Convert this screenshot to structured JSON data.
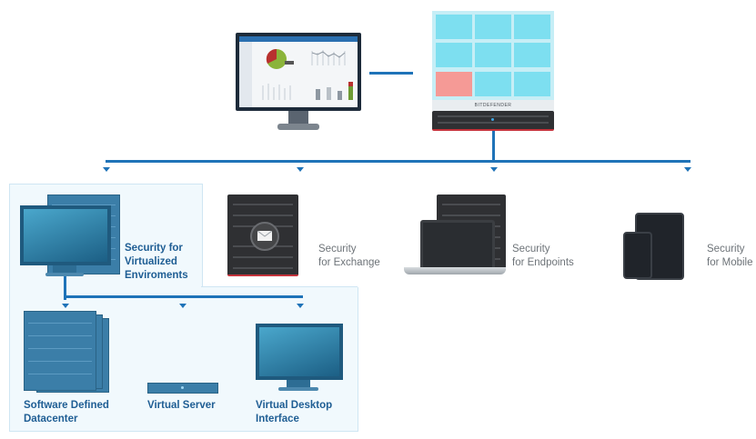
{
  "wall_display": {
    "brand_text": "BITDEFENDER"
  },
  "products": [
    {
      "id": "virtualized",
      "label_line1": "Security for",
      "label_line2": "Virtualized",
      "label_line3": "Enviroments",
      "style": "bold"
    },
    {
      "id": "exchange",
      "label_line1": "Security",
      "label_line2": "for Exchange",
      "style": "normal"
    },
    {
      "id": "endpoints",
      "label_line1": "Security",
      "label_line2": "for Endpoints",
      "style": "normal"
    },
    {
      "id": "mobile",
      "label_line1": "Security",
      "label_line2": "for Mobile",
      "style": "normal"
    }
  ],
  "sub_products": [
    {
      "id": "sdd",
      "label_line1": "Software Defined",
      "label_line2": "Datacenter"
    },
    {
      "id": "vserver",
      "label_line1": "Virtual Server",
      "label_line2": ""
    },
    {
      "id": "vdi",
      "label_line1": "Virtual Desktop",
      "label_line2": "Interface"
    }
  ],
  "colors": {
    "connector": "#1f73b8",
    "label_bold": "#1f5e94",
    "label": "#6d7378",
    "tile": "#7ddff0",
    "tile_alert": "#f59a96"
  }
}
